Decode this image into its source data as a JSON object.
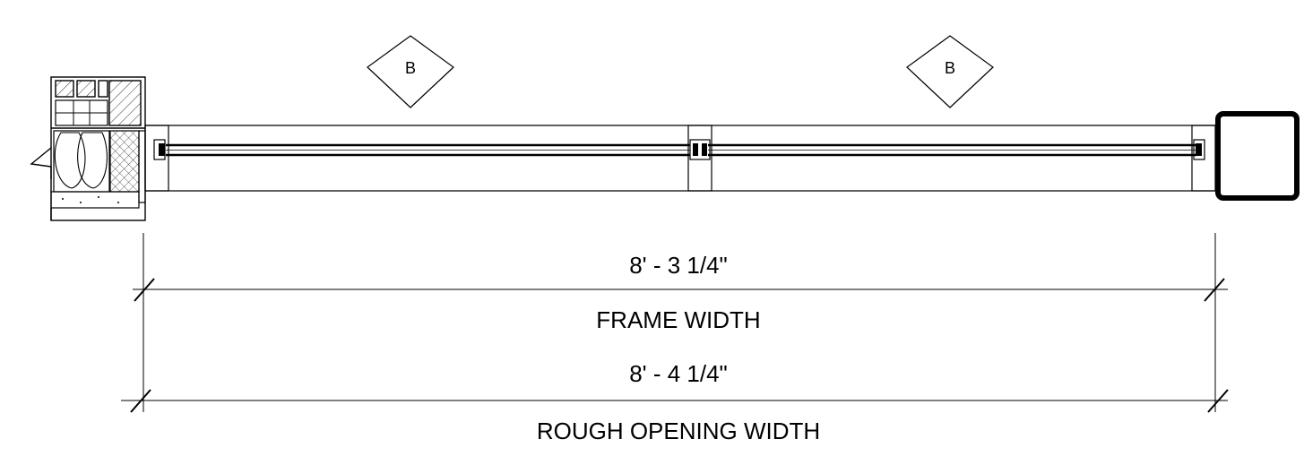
{
  "tags": [
    {
      "label": "B"
    },
    {
      "label": "B"
    }
  ],
  "dimensions": {
    "frame": {
      "value": "8' - 3 1/4\"",
      "label": "FRAME WIDTH"
    },
    "rough_opening": {
      "value": "8' - 4 1/4\"",
      "label": "ROUGH OPENING WIDTH"
    }
  }
}
